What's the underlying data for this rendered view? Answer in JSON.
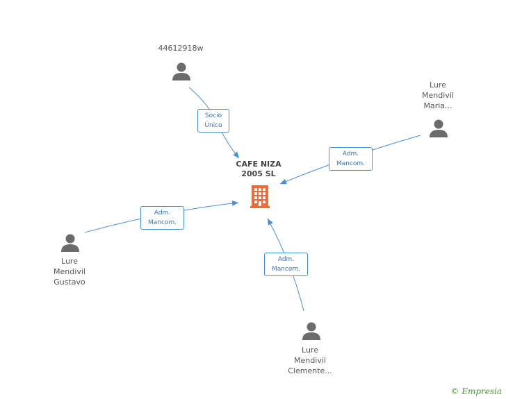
{
  "company": {
    "name": "CAFE NIZA\n2005 SL",
    "accent": "#f26a3a"
  },
  "persons": [
    {
      "id": "p1",
      "label": "44612918w"
    },
    {
      "id": "p2",
      "label": "Lure\nMendivil\nMaria..."
    },
    {
      "id": "p3",
      "label": "Lure\nMendivil\nGustavo"
    },
    {
      "id": "p4",
      "label": "Lure\nMendivil\nClemente..."
    }
  ],
  "edges": [
    {
      "from": "p1",
      "label": "Socio\nÚnico"
    },
    {
      "from": "p2",
      "label": "Adm.\nMancom."
    },
    {
      "from": "p3",
      "label": "Adm.\nMancom."
    },
    {
      "from": "p4",
      "label": "Adm.\nMancom."
    }
  ],
  "colors": {
    "edge": "#4a8fd4",
    "person": "#6b6b6b"
  },
  "footer": {
    "copyright": "©",
    "brand": "Empresia"
  }
}
